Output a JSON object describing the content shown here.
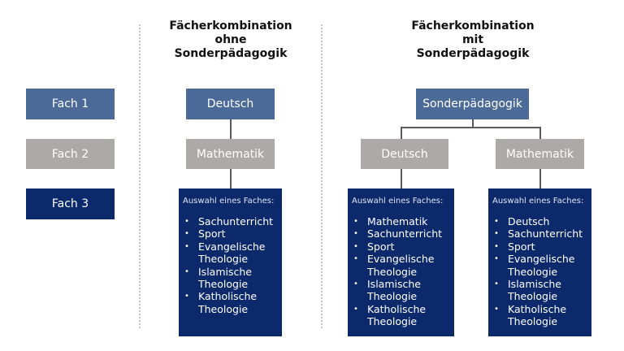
{
  "legend": {
    "items": [
      {
        "label": "Fach 1",
        "color": "#4c6a98"
      },
      {
        "label": "Fach 2",
        "color": "#aca9a8"
      },
      {
        "label": "Fach 3",
        "color": "#0c2a6b"
      }
    ]
  },
  "without": {
    "title_lines": [
      "Fächerkombination",
      "ohne",
      "Sonderpädagogik"
    ],
    "fach1": "Deutsch",
    "fach2": "Mathematik",
    "choice": {
      "header": "Auswahl eines Faches:",
      "items": [
        "Sachunterricht",
        "Sport",
        "Evangelische Theologie",
        "Islamische Theologie",
        "Katholische Theologie"
      ]
    }
  },
  "with": {
    "title_lines": [
      "Fächerkombination",
      "mit",
      "Sonderpädagogik"
    ],
    "fach1": "Sonderpädagogik",
    "branches": [
      {
        "fach2": "Deutsch",
        "choice": {
          "header": "Auswahl eines Faches:",
          "items": [
            "Mathematik",
            "Sachunterricht",
            "Sport",
            "Evangelische Theologie",
            "Islamische Theologie",
            "Katholische Theologie"
          ]
        }
      },
      {
        "fach2": "Mathematik",
        "choice": {
          "header": "Auswahl eines Faches:",
          "items": [
            "Deutsch",
            "Sachunterricht",
            "Sport",
            "Evangelische Theologie",
            "Islamische Theologie",
            "Katholische Theologie"
          ]
        }
      }
    ]
  },
  "bullet": "•"
}
